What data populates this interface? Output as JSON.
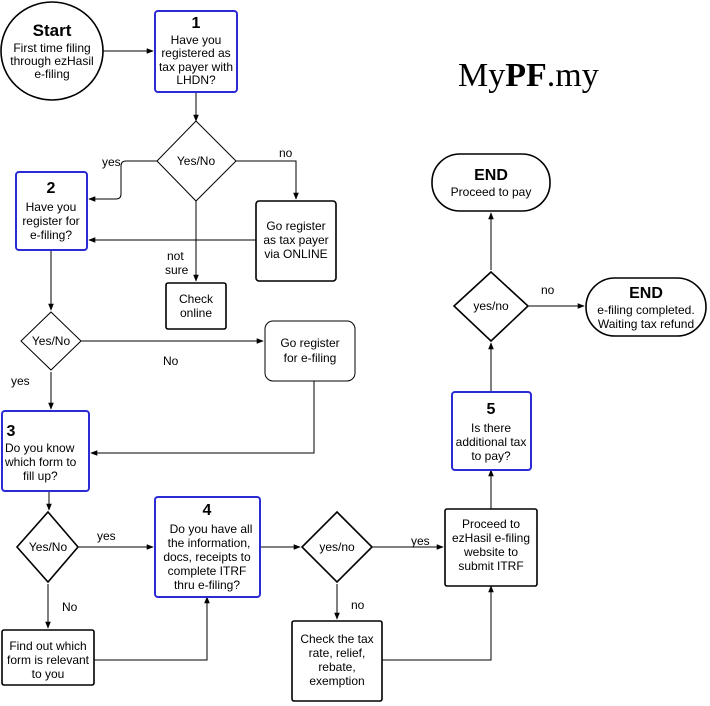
{
  "logo": {
    "part1": "My",
    "part2": "PF",
    "part3": ".my"
  },
  "start": {
    "title": "Start",
    "lines": [
      "First time filing",
      "through ezHasil",
      "e-filing"
    ]
  },
  "step1": {
    "num": "1",
    "lines": [
      "Have you",
      "registered as",
      "tax payer with",
      "LHDN?"
    ]
  },
  "d1": {
    "label": "Yes/No"
  },
  "reg_taxpayer": {
    "lines": [
      "Go register",
      "as tax payer",
      "via ONLINE"
    ]
  },
  "check_online": {
    "lines": [
      "Check",
      "online"
    ]
  },
  "step2": {
    "num": "2",
    "lines": [
      "Have you",
      "register for",
      "e-filing?"
    ]
  },
  "d2": {
    "label": "Yes/No"
  },
  "reg_efiling": {
    "lines": [
      "Go register",
      "for e-filing"
    ]
  },
  "step3": {
    "num": "3",
    "lines": [
      "Do you know",
      "which form to",
      "fill up?"
    ]
  },
  "d3": {
    "label": "Yes/No"
  },
  "find_form": {
    "lines": [
      "Find out which",
      "form is relevant",
      "to you"
    ]
  },
  "step4": {
    "num": "4",
    "lines": [
      "Do you have all",
      "the information,",
      "docs, receipts to",
      "complete ITRF",
      "thru e-filing?"
    ]
  },
  "d4": {
    "label": "yes/no"
  },
  "check_tax": {
    "lines": [
      "Check the tax",
      "rate, relief,",
      "rebate,",
      "exemption"
    ]
  },
  "proceed": {
    "lines": [
      "Proceed to",
      "ezHasil e-filing",
      "website to",
      "submit ITRF"
    ]
  },
  "step5": {
    "num": "5",
    "lines": [
      "Is there",
      "additional tax",
      "to pay?"
    ]
  },
  "d5": {
    "label": "yes/no"
  },
  "end_pay": {
    "title": "END",
    "lines": [
      "Proceed to pay"
    ]
  },
  "end_done": {
    "title": "END",
    "lines": [
      "e-filing completed.",
      "Waiting tax refund"
    ]
  },
  "edge_labels": {
    "d1_yes": "yes",
    "d1_no": "no",
    "d1_notsure": [
      "not",
      "sure"
    ],
    "d2_no": "No",
    "d2_yes": "yes",
    "d3_yes": "yes",
    "d3_no": "No",
    "d4_yes": "yes",
    "d4_no": "no",
    "d5_no": "no"
  }
}
